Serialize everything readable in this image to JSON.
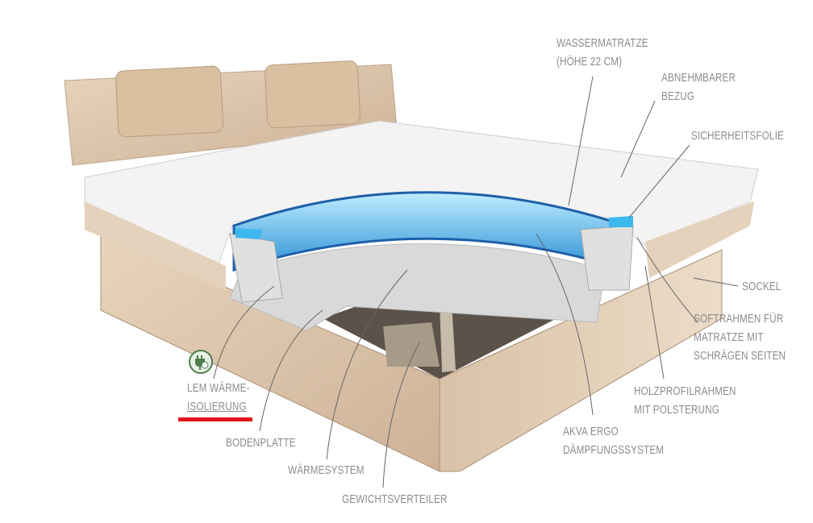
{
  "labels": {
    "wassermatratze": [
      "Wassermatratze",
      "(Höhe 22 cm)"
    ],
    "bezug": [
      "Abnehmbarer",
      "Bezug"
    ],
    "folie": [
      "Sicherheitsfolie"
    ],
    "sockel": [
      "Sockel"
    ],
    "softrahmen": [
      "Softrahmen für",
      "Matratze mit",
      "schrägen Seiten"
    ],
    "holzprofil": [
      "Holzprofilrahmen",
      "mit Polsterung"
    ],
    "akva": [
      "Akva Ergo",
      "Dämpfungssystem"
    ],
    "gewicht": [
      "Gewichtsverteiler"
    ],
    "waerme": [
      "Wärmesystem"
    ],
    "boden": [
      "Bodenplatte"
    ],
    "lem": [
      "LEM Wärme-",
      "Isolierung"
    ]
  },
  "icons": {
    "lem": "eco-plug-icon"
  },
  "colors": {
    "accent": "#e1151a",
    "label": "#8c8c8c",
    "eco": "#4f7d4a",
    "water": "#3db8ef"
  }
}
